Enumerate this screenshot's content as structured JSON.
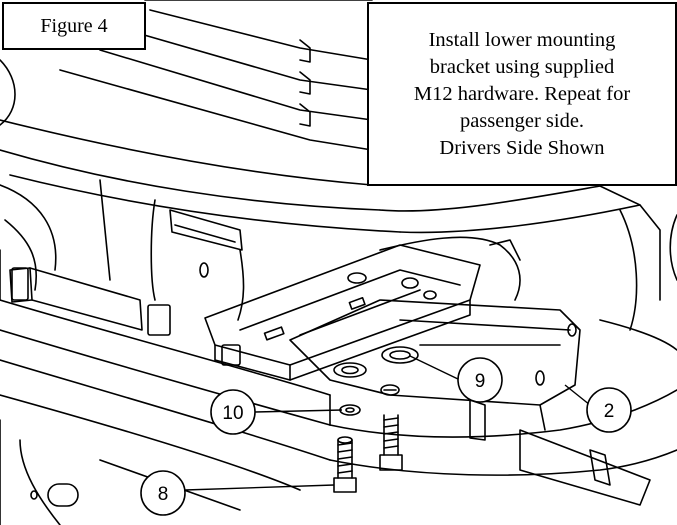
{
  "figure_label": "Figure 4",
  "instructions": [
    "Install lower mounting",
    "bracket using supplied",
    "M12 hardware. Repeat for",
    "passenger side.",
    "Drivers Side Shown"
  ],
  "callouts": [
    {
      "id": "callout-9",
      "label": "9"
    },
    {
      "id": "callout-2",
      "label": "2"
    },
    {
      "id": "callout-10",
      "label": "10"
    },
    {
      "id": "callout-8",
      "label": "8"
    }
  ],
  "colors": {
    "line": "#000000",
    "background": "#ffffff"
  }
}
